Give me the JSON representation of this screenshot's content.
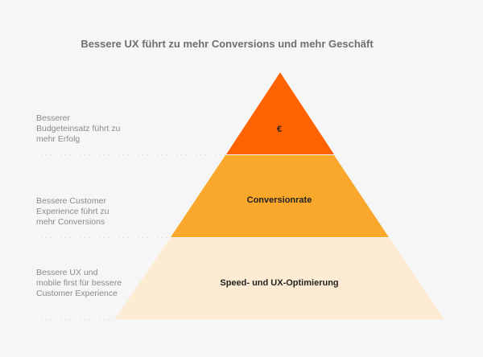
{
  "title": "Bessere UX führt zu mehr Conversions und mehr Geschäft",
  "levels": [
    {
      "label": "€",
      "description": "Besserer Budgeteinsatz führt zu mehr Erfolg",
      "color": "#ff6200"
    },
    {
      "label": "Conversionrate",
      "description": "Bessere Customer Experience führt zu mehr Conversions",
      "color": "#f9a82c"
    },
    {
      "label": "Speed- und UX-Optimierung",
      "description": "Bessere UX und mobile first für bessere Customer Experience",
      "color": "#fdebd3"
    }
  ]
}
